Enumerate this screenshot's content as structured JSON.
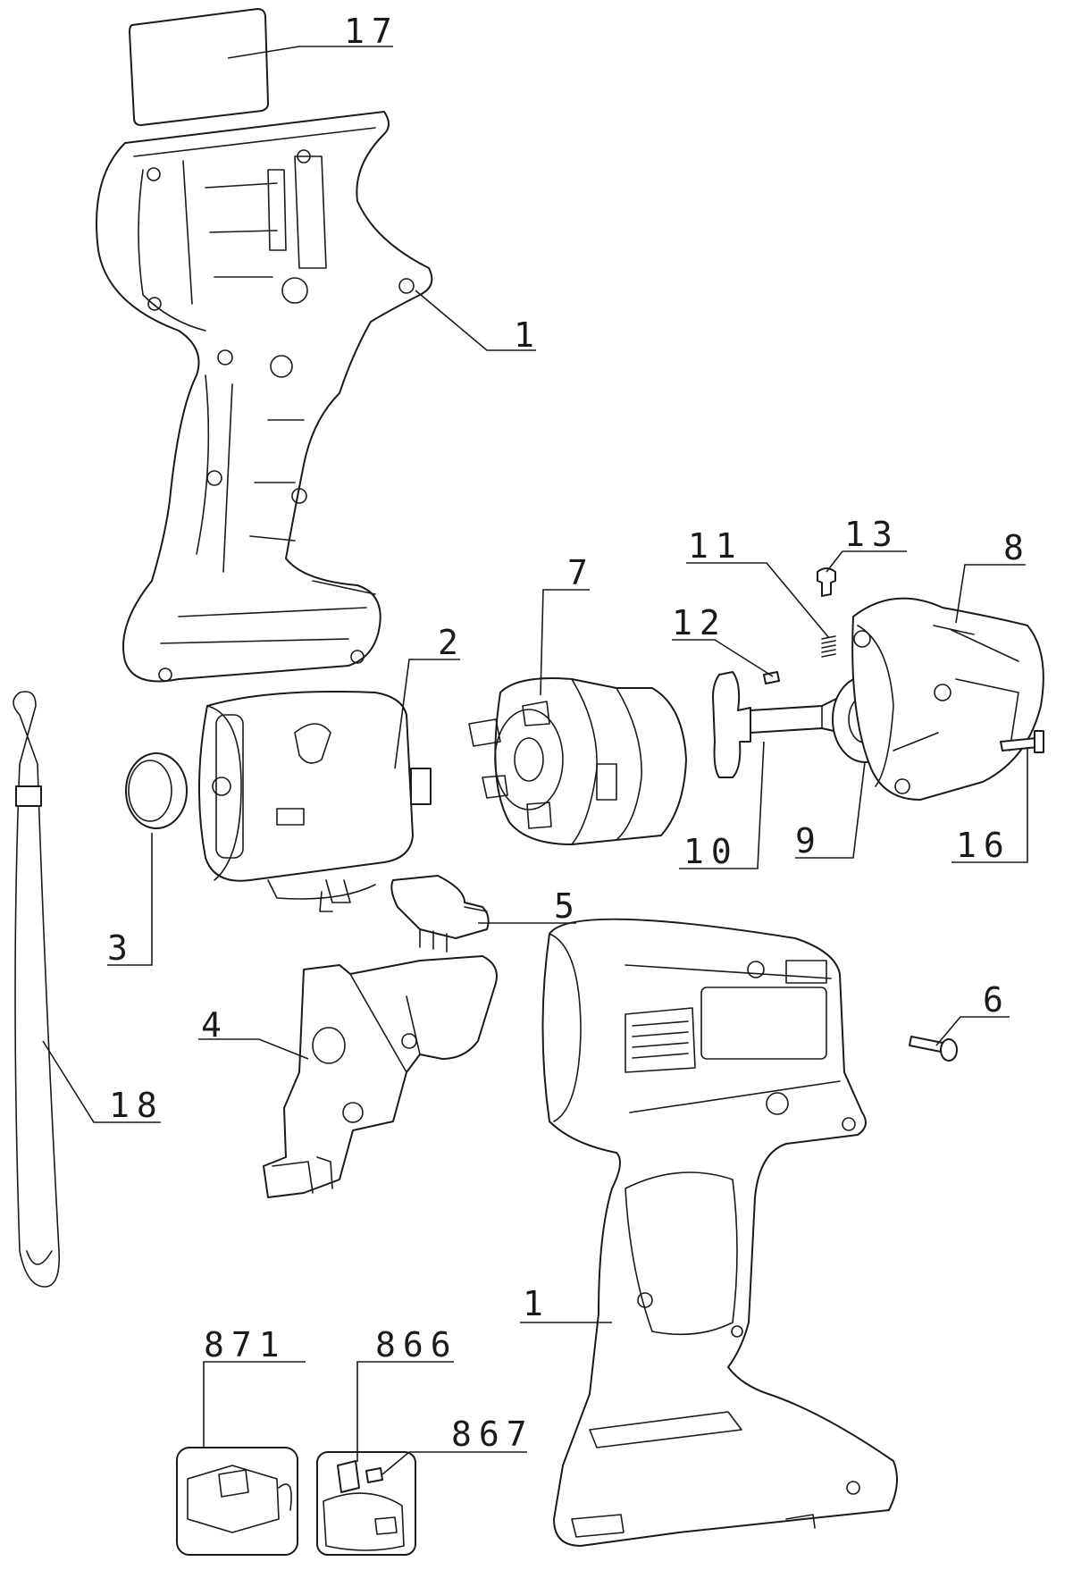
{
  "callouts": [
    {
      "id": "c17",
      "label": "17"
    },
    {
      "id": "c1a",
      "label": "1"
    },
    {
      "id": "c2",
      "label": "2"
    },
    {
      "id": "c3",
      "label": "3"
    },
    {
      "id": "c4",
      "label": "4"
    },
    {
      "id": "c5",
      "label": "5"
    },
    {
      "id": "c6",
      "label": "6"
    },
    {
      "id": "c7",
      "label": "7"
    },
    {
      "id": "c8",
      "label": "8"
    },
    {
      "id": "c9",
      "label": "9"
    },
    {
      "id": "c10",
      "label": "10"
    },
    {
      "id": "c11",
      "label": "11"
    },
    {
      "id": "c12",
      "label": "12"
    },
    {
      "id": "c13",
      "label": "13"
    },
    {
      "id": "c16",
      "label": "16"
    },
    {
      "id": "c18",
      "label": "18"
    },
    {
      "id": "c1b",
      "label": "1"
    },
    {
      "id": "c871",
      "label": "871"
    },
    {
      "id": "c866",
      "label": "866"
    },
    {
      "id": "c867",
      "label": "867"
    }
  ]
}
